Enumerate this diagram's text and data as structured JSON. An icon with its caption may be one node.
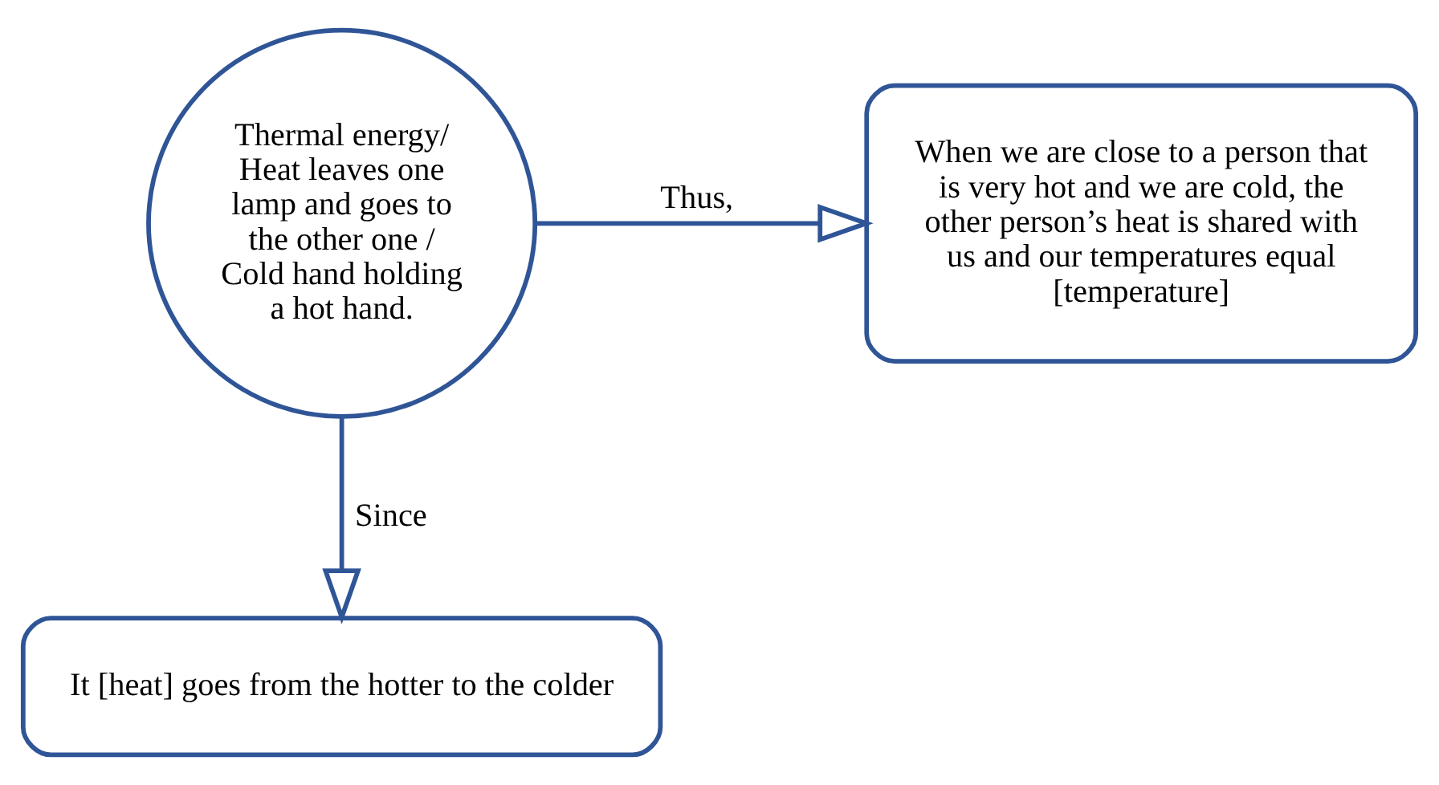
{
  "diagram": {
    "nodes": [
      {
        "text": [
          "Thermal energy/ Heat leaves one lamp and goes to the other one / Cold hand holding a hot hand."
        ]
      },
      {
        "text": [
          "When we are close to a person that is very hot and we are cold, the other person’s heat is shared with us and our temperatures equal [temperature]"
        ]
      },
      {
        "text": [
          "It [heat] goes from the hotter to the colder"
        ]
      }
    ],
    "edges": [
      {
        "from": 0,
        "to": 1,
        "arrow": "to",
        "label": "Thus,"
      },
      {
        "from": 0,
        "to": 2,
        "arrow": "to",
        "label": "Since"
      }
    ]
  }
}
